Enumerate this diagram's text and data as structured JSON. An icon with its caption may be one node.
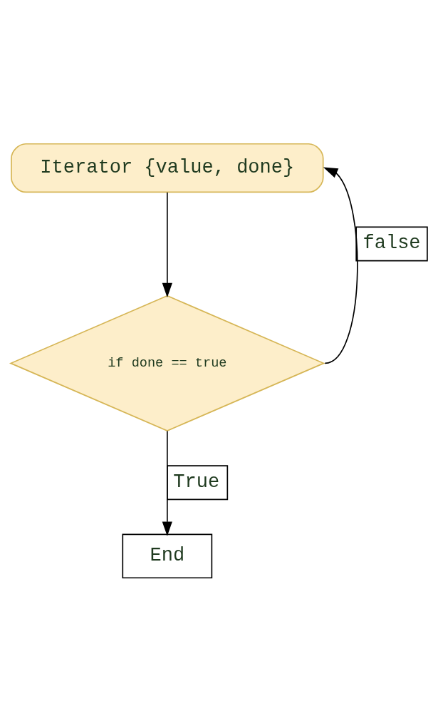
{
  "diagram": {
    "nodes": [
      {
        "text": [
          "Iterator {value, done}"
        ]
      },
      {
        "text": [
          "if done == true"
        ]
      },
      {
        "text": [
          "End"
        ]
      }
    ],
    "edges": [
      {
        "from": 0,
        "to": 1,
        "arrow": "to"
      },
      {
        "from": 1,
        "to": 0,
        "arrow": "to",
        "label": "false"
      },
      {
        "from": 1,
        "to": 2,
        "arrow": "to",
        "label": "True"
      }
    ]
  }
}
